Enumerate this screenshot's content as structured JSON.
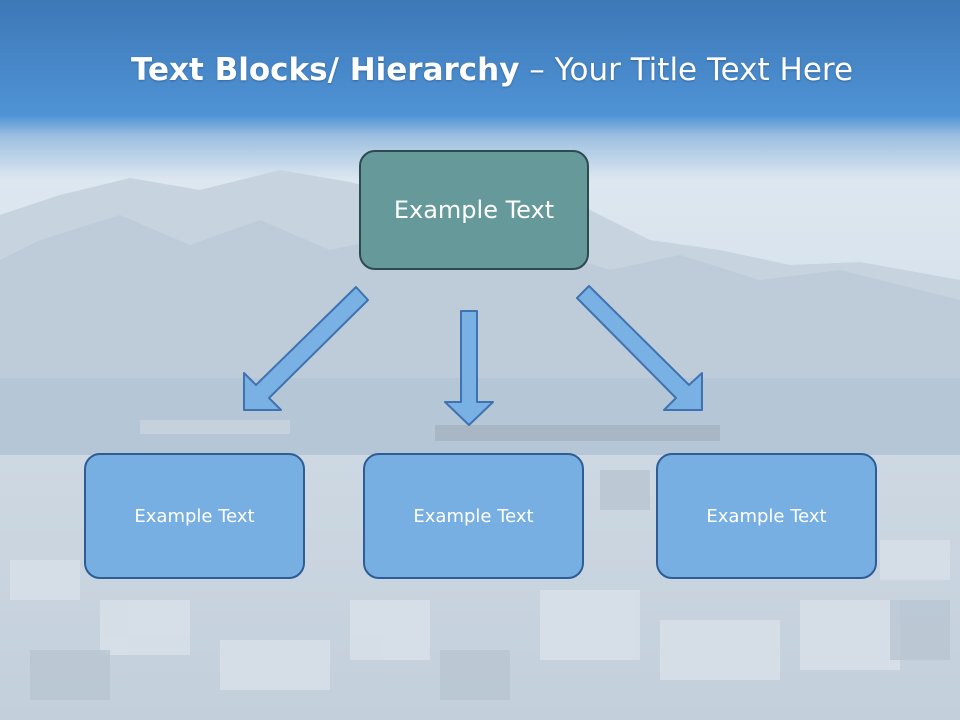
{
  "slide": {
    "title_bold": "Text Blocks/ Hierarchy",
    "title_rest": " – Your Title Text Here"
  },
  "diagram": {
    "root": {
      "label": "Example Text"
    },
    "children": [
      {
        "label": "Example Text"
      },
      {
        "label": "Example Text"
      },
      {
        "label": "Example Text"
      }
    ]
  },
  "colors": {
    "header_blue": "#4a8fd2",
    "root_fill": "#66999a",
    "child_fill": "#77afe3",
    "arrow_fill": "#7ab1e4",
    "arrow_stroke": "#3f73b0"
  }
}
